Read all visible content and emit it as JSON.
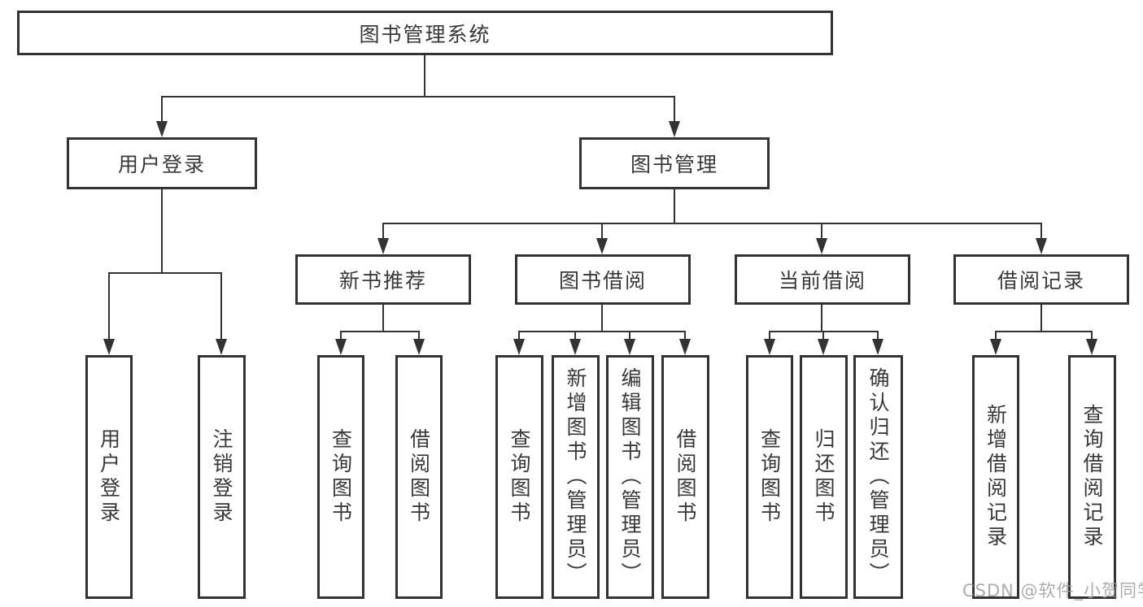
{
  "diagram": {
    "title": "图书管理系统",
    "colors": {
      "line": "#333333",
      "text": "#383838",
      "background": "#ffffff",
      "watermark": "#9e9e9e"
    },
    "root": {
      "label": "图书管理系统"
    },
    "branches": [
      {
        "label": "用户登录",
        "children": [
          {
            "label": "用户登录"
          },
          {
            "label": "注销登录"
          }
        ]
      },
      {
        "label": "图书管理",
        "children": [
          {
            "label": "新书推荐",
            "children": [
              {
                "label": "查询图书"
              },
              {
                "label": "借阅图书"
              }
            ]
          },
          {
            "label": "图书借阅",
            "children": [
              {
                "label": "查询图书"
              },
              {
                "label": "新增图书（管理员）"
              },
              {
                "label": "编辑图书（管理员）"
              },
              {
                "label": "借阅图书"
              }
            ]
          },
          {
            "label": "当前借阅",
            "children": [
              {
                "label": "查询图书"
              },
              {
                "label": "归还图书"
              },
              {
                "label": "确认归还（管理员）"
              }
            ]
          },
          {
            "label": "借阅记录",
            "children": [
              {
                "label": "新增借阅记录"
              },
              {
                "label": "查询借阅记录"
              }
            ]
          }
        ]
      }
    ]
  },
  "watermark": {
    "text": "CSDN @软件_小贺同学"
  }
}
